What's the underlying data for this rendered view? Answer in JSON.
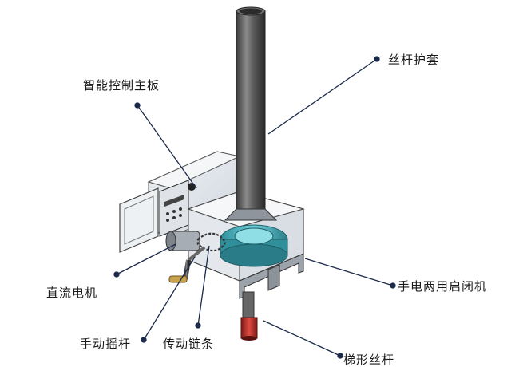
{
  "labels": {
    "screw_sleeve": "丝杆护套",
    "control_board": "智能控制主板",
    "dc_motor": "直流电机",
    "hand_electric_hoist": "手电两用启闭机",
    "hand_crank": "手动摇杆",
    "drive_chain": "传动链条",
    "trapezoidal_screw": "梯形丝杆"
  },
  "colors": {
    "leader_line": "#1b2a4a",
    "housing_glass": "#dde3ea",
    "gear_teal": "#3fb7c4",
    "screw_red": "#c8302a",
    "crank_yellow": "#c8a24a"
  }
}
